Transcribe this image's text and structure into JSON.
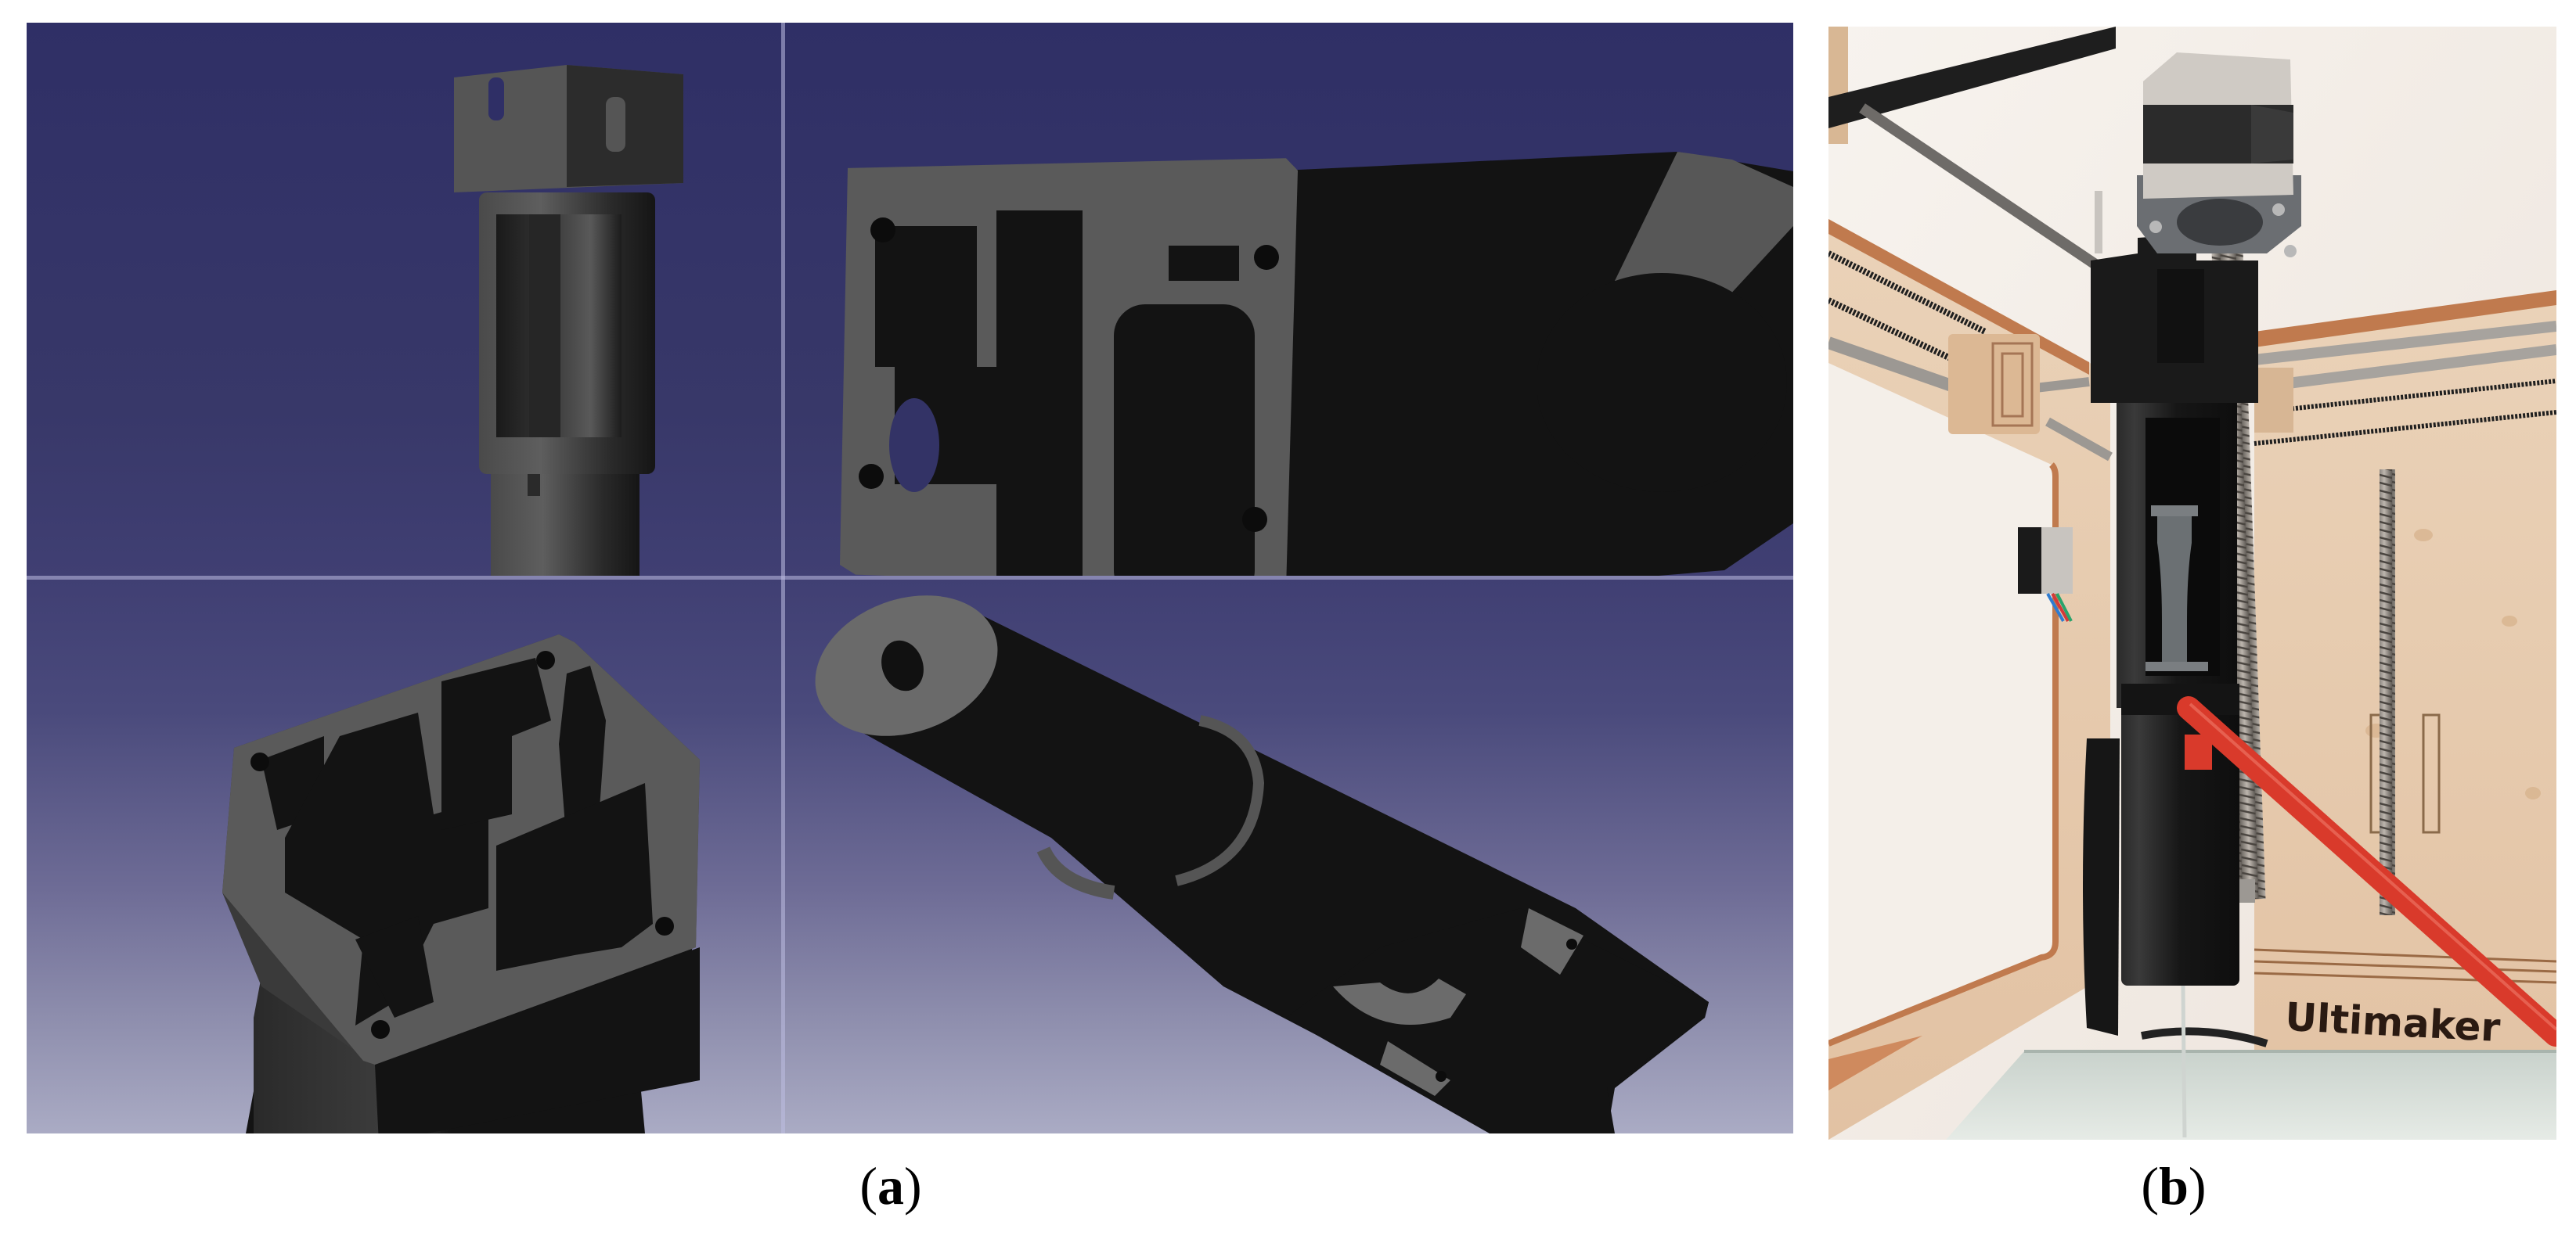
{
  "figure": {
    "panels": [
      {
        "id": "a",
        "label_open": "(",
        "label_letter": "a",
        "label_close": ")",
        "content": "CAD render views of syringe extruder components (4-view layout)",
        "views": [
          {
            "name": "top-left",
            "subject": "slotted cylindrical holder with square cap"
          },
          {
            "name": "top-right",
            "subject": "square face plate with mounting holes on dark body"
          },
          {
            "name": "bottom-left",
            "subject": "square profile with cross-shaped cutouts"
          },
          {
            "name": "bottom-right",
            "subject": "angled cylindrical housing with end cap and hole"
          }
        ],
        "colors": {
          "background_top": "#2f2f66",
          "background_mid": "#403f73",
          "background_bottom": "#aaabc4",
          "part_face": "#5a5a5a",
          "part_body": "#131313",
          "viewport_divider": "#bebee1"
        }
      },
      {
        "id": "b",
        "label_open": "(",
        "label_letter": "b",
        "label_close": ")",
        "content": "Photograph of syringe extruder mounted on 3D printer",
        "printer_brand_text": "Ultimaker",
        "colors": {
          "wall": "#f4efe9",
          "plywood": "#e2c3a3",
          "plywood_edge": "#c07a4e",
          "extruder_body": "#1a1a1a",
          "motor_band": "#2b2b2b",
          "motor_metal": "#cfcac4",
          "mount_gray": "#6b6e72",
          "red_tube": "#d93a2b",
          "lead_screw": "#8f8a84",
          "glass": "#dfe6e2"
        }
      }
    ]
  }
}
